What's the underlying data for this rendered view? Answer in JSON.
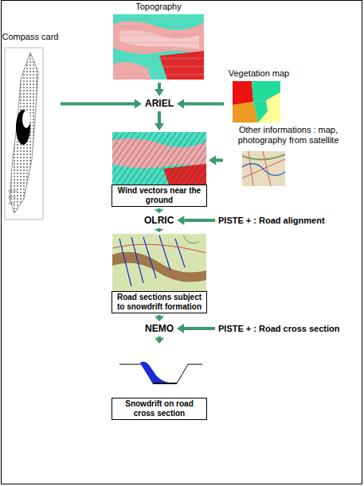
{
  "diagram": {
    "nodes": [
      {
        "text": [
          "Compass card"
        ]
      },
      {
        "text": [
          "Topography"
        ]
      },
      {
        "text": [
          "Vegetation map"
        ]
      },
      {
        "text": [
          "ARIEL"
        ]
      },
      {
        "text": [
          "Other informations : map, photography from satellite"
        ]
      },
      {
        "text": [
          "Wind vectors near the ground"
        ]
      },
      {
        "text": [
          "OLRIC"
        ]
      },
      {
        "text": [
          "PISTE + : Road alignment"
        ]
      },
      {
        "text": [
          "Road sections subject to snowdrift formation"
        ]
      },
      {
        "text": [
          "NEMO"
        ]
      },
      {
        "text": [
          "PISTE + : Road cross section"
        ]
      },
      {
        "text": [
          "Snowdrift on road cross section"
        ]
      }
    ],
    "edges": [
      {
        "from": 0,
        "to": 3,
        "arrow": "to"
      },
      {
        "from": 1,
        "to": 3,
        "arrow": "to"
      },
      {
        "from": 2,
        "to": 3,
        "arrow": "to"
      },
      {
        "from": 3,
        "to": 5,
        "arrow": "to"
      },
      {
        "from": 4,
        "to": 5,
        "arrow": "to"
      },
      {
        "from": 5,
        "to": 6,
        "arrow": "to"
      },
      {
        "from": 7,
        "to": 6,
        "arrow": "to"
      },
      {
        "from": 6,
        "to": 8,
        "arrow": "to"
      },
      {
        "from": 8,
        "to": 9,
        "arrow": "to"
      },
      {
        "from": 10,
        "to": 9,
        "arrow": "to"
      },
      {
        "from": 9,
        "to": 11,
        "arrow": "to"
      }
    ]
  }
}
